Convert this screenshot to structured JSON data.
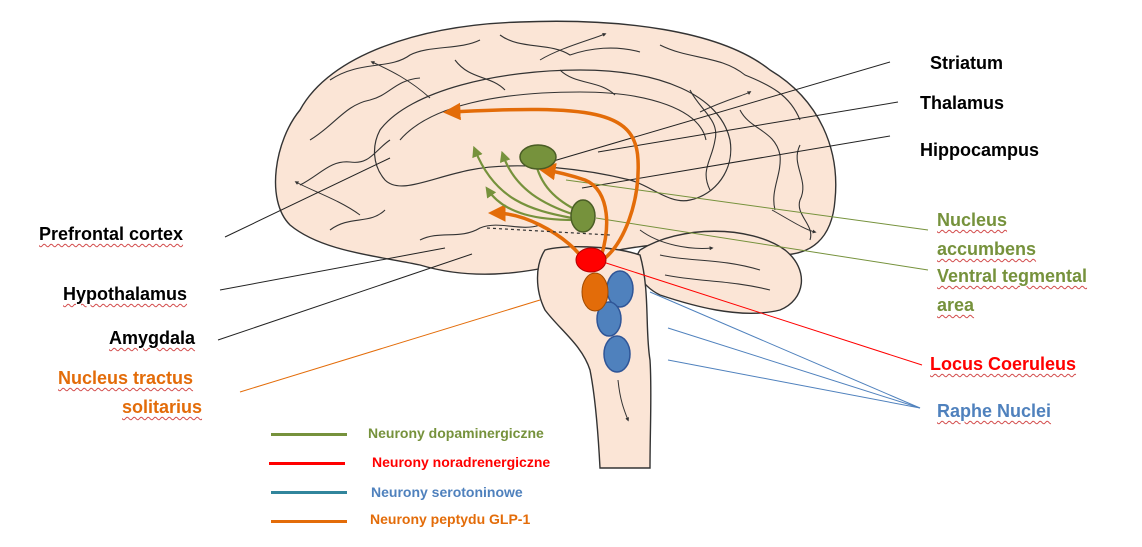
{
  "colors": {
    "dopamine": "#76923c",
    "noradrenaline": "#ff0000",
    "serotonin": "#4f81bd",
    "serotonin_line": "#31859c",
    "glp1": "#e36c09",
    "brain_fill": "#fbe5d6",
    "outline": "#333333"
  },
  "labels": {
    "striatum": "Striatum",
    "thalamus": "Thalamus",
    "hippocampus": "Hippocampus",
    "nucleus_accumbens_1": "Nucleus",
    "nucleus_accumbens_2": "accumbens",
    "vta_1": "Ventral tegmental",
    "vta_2": "area",
    "prefrontal": "Prefrontal  cortex",
    "hypothalamus": "Hypothalamus",
    "amygdala": "Amygdala",
    "nts_1": "Nucleus tractus",
    "nts_2": "solitarius",
    "locus": "Locus Coeruleus",
    "raphe": "Raphe Nuclei"
  },
  "legend": [
    {
      "label": "Neurony dopaminergiczne",
      "color": "#76923c"
    },
    {
      "label": "Neurony noradrenergiczne",
      "color": "#ff0000"
    },
    {
      "label": "Neurony serotoninowe",
      "color": "#31859c",
      "text_color": "#4f81bd"
    },
    {
      "label": "Neurony peptydu GLP-1",
      "color": "#e36c09"
    }
  ]
}
